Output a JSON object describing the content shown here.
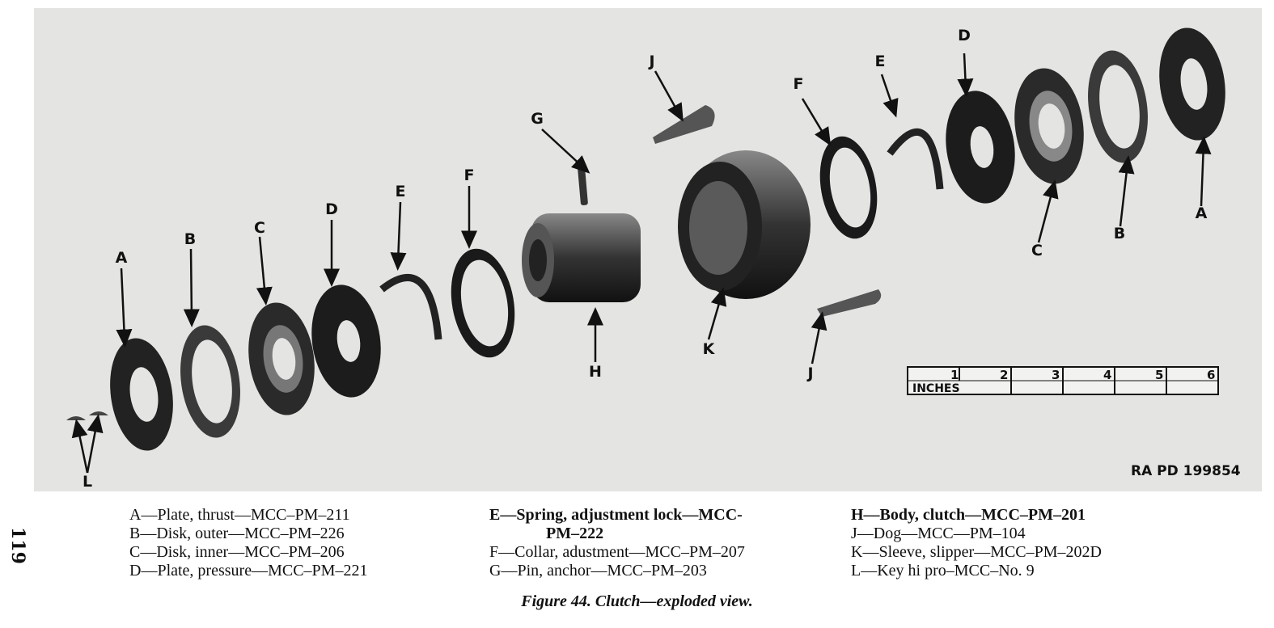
{
  "figure": {
    "callouts": {
      "A": "A",
      "B": "B",
      "C": "C",
      "D": "D",
      "E": "E",
      "F": "F",
      "G": "G",
      "H": "H",
      "J": "J",
      "K": "K",
      "L": "L"
    },
    "ruler": {
      "unit_label": "INCHES",
      "numbers": [
        "1",
        "2",
        "3",
        "4",
        "5",
        "6"
      ]
    },
    "negative_id": "RA PD 199854"
  },
  "page_number": "119",
  "legend": {
    "column1": [
      "A—Plate, thrust—MCC–PM–211",
      "B—Disk, outer—MCC–PM–226",
      "C—Disk, inner—MCC–PM–206",
      "D—Plate, pressure—MCC–PM–221"
    ],
    "column2": [
      "E—Spring, adjustment lock—MCC-",
      "PM–222",
      "F—Collar, adustment—MCC–PM–207",
      "G—Pin, anchor—MCC–PM–203"
    ],
    "column3": [
      "H—Body, clutch—MCC–PM–201",
      "J—Dog—MCC—PM–104",
      "K—Sleeve, slipper—MCC–PM–202D",
      "L—Key hi pro–MCC–No. 9"
    ]
  },
  "caption": "Figure 44.   Clutch—exploded view."
}
